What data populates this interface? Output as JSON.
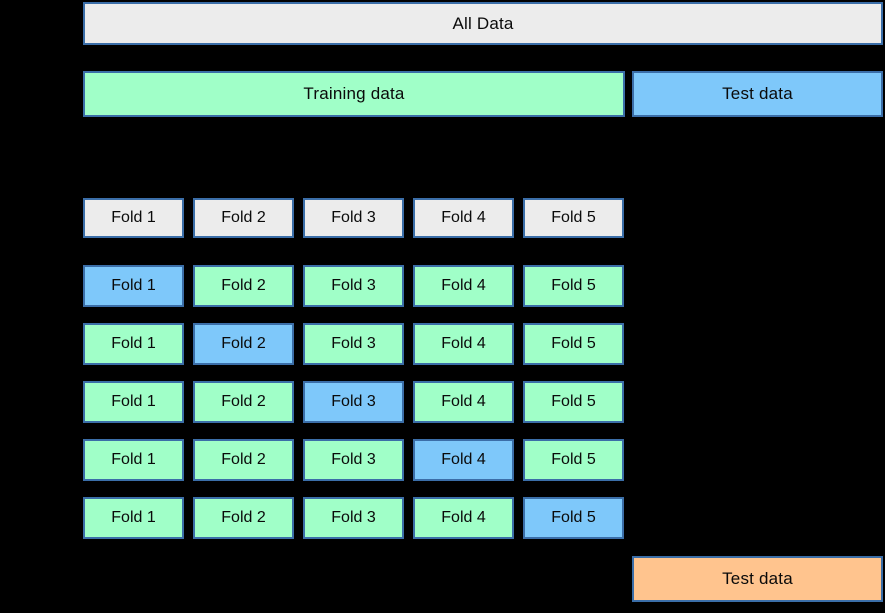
{
  "colors": {
    "bg": "#000000",
    "border": "#3b6ea8",
    "gray": "#ececec",
    "green": "#a0ffc8",
    "blue": "#7ec8fa",
    "orange": "#ffc48e",
    "text": "#0a0a0a"
  },
  "all_data": {
    "label": "All Data"
  },
  "training": {
    "label": "Training data"
  },
  "test_top": {
    "label": "Test data"
  },
  "fold_header": {
    "cells": [
      {
        "label": "Fold 1",
        "type": "header"
      },
      {
        "label": "Fold 2",
        "type": "header"
      },
      {
        "label": "Fold 3",
        "type": "header"
      },
      {
        "label": "Fold 4",
        "type": "header"
      },
      {
        "label": "Fold 5",
        "type": "header"
      }
    ]
  },
  "splits": [
    {
      "cells": [
        {
          "label": "Fold 1",
          "type": "test"
        },
        {
          "label": "Fold 2",
          "type": "train"
        },
        {
          "label": "Fold 3",
          "type": "train"
        },
        {
          "label": "Fold 4",
          "type": "train"
        },
        {
          "label": "Fold 5",
          "type": "train"
        }
      ]
    },
    {
      "cells": [
        {
          "label": "Fold 1",
          "type": "train"
        },
        {
          "label": "Fold 2",
          "type": "test"
        },
        {
          "label": "Fold 3",
          "type": "train"
        },
        {
          "label": "Fold 4",
          "type": "train"
        },
        {
          "label": "Fold 5",
          "type": "train"
        }
      ]
    },
    {
      "cells": [
        {
          "label": "Fold 1",
          "type": "train"
        },
        {
          "label": "Fold 2",
          "type": "train"
        },
        {
          "label": "Fold 3",
          "type": "test"
        },
        {
          "label": "Fold 4",
          "type": "train"
        },
        {
          "label": "Fold 5",
          "type": "train"
        }
      ]
    },
    {
      "cells": [
        {
          "label": "Fold 1",
          "type": "train"
        },
        {
          "label": "Fold 2",
          "type": "train"
        },
        {
          "label": "Fold 3",
          "type": "train"
        },
        {
          "label": "Fold 4",
          "type": "test"
        },
        {
          "label": "Fold 5",
          "type": "train"
        }
      ]
    },
    {
      "cells": [
        {
          "label": "Fold 1",
          "type": "train"
        },
        {
          "label": "Fold 2",
          "type": "train"
        },
        {
          "label": "Fold 3",
          "type": "train"
        },
        {
          "label": "Fold 4",
          "type": "train"
        },
        {
          "label": "Fold 5",
          "type": "test"
        }
      ]
    }
  ],
  "final_test": {
    "label": "Test data"
  }
}
